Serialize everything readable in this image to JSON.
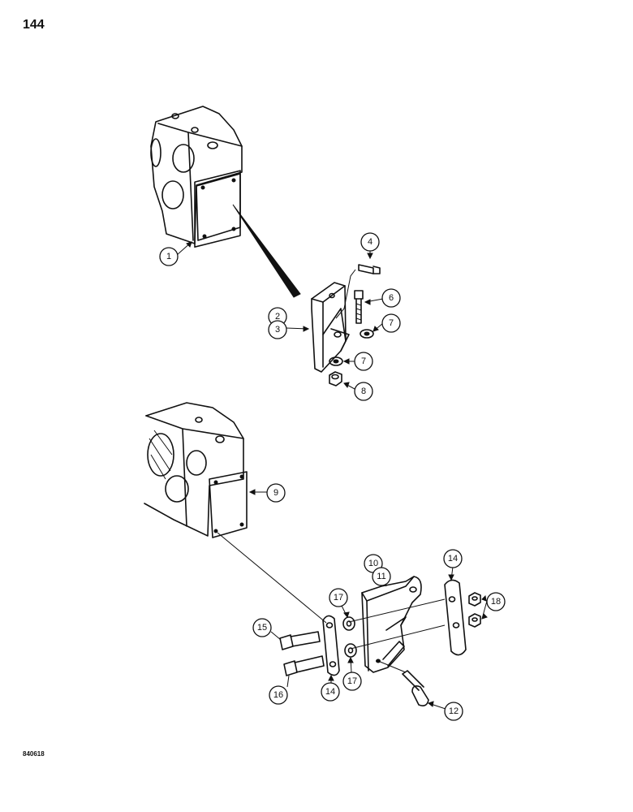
{
  "page_number": "144",
  "figure_code": "840618",
  "callouts": {
    "c1": "1",
    "c2": "2",
    "c3": "3",
    "c4": "4",
    "c6": "6",
    "c7a": "7",
    "c7b": "7",
    "c8": "8",
    "c9": "9",
    "c10": "10",
    "c11": "11",
    "c12": "12",
    "c14a": "14",
    "c14b": "14",
    "c15": "15",
    "c16": "16",
    "c17a": "17",
    "c17b": "17",
    "c18": "18"
  }
}
